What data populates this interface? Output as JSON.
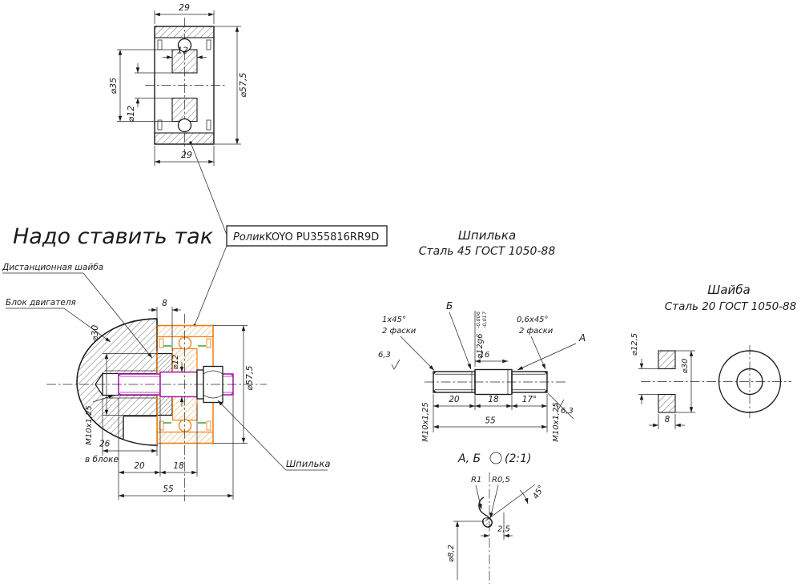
{
  "colors": {
    "line": "#1c1c1c",
    "roller_highlight": "#ee7f11",
    "stud_highlight": "#a510a5",
    "clip_highlight": "#2aa02a",
    "background": "#ffffff"
  },
  "note": {
    "title": "Надо ставить так"
  },
  "callouts": {
    "spacer": "Дистанционная шайба",
    "engine_block": "Блок двигателя",
    "roller_word": "Ролик",
    "roller_model": "KOYO PU355816RR9D",
    "stud": "Шпилька"
  },
  "roller_view": {
    "width_top": "29",
    "inner_width": "12",
    "d35": "⌀35",
    "d12": "⌀12",
    "d575": "⌀57,5",
    "width_bottom": "29"
  },
  "assembly": {
    "spacer_width": "8",
    "d30": "⌀30",
    "d12": "⌀12",
    "d575": "⌀57,5",
    "thread": "М10х1,25",
    "depth": "26",
    "depth_note": "в блоке",
    "len20": "20",
    "len18": "18",
    "len55": "55"
  },
  "stud": {
    "title": "Шпилька",
    "material": "Сталь 45 ГОСТ 1050-88",
    "chamfer_left": "1х45°",
    "chamfer_left_note": "2 фаски",
    "view_b": "Б",
    "dia": "⌀12g6",
    "tol_upper": "-0,006",
    "tol_lower": "-0,017",
    "rough_left": "6,3",
    "len16": "16",
    "chamfer_right": "0,6х45°",
    "chamfer_right_note": "2 фаски",
    "view_a": "А",
    "len20": "20",
    "len18": "18",
    "len17": "17°",
    "thread_left": "М10х1,25",
    "thread_right": "М10х1,25",
    "len55": "55",
    "rough_right": "6,3"
  },
  "washer": {
    "title": "Шайба",
    "material": "Сталь 20 ГОСТ 1050-88",
    "d125": "⌀12,5",
    "d30": "⌀30",
    "thickness": "8"
  },
  "detail": {
    "title": "А, Б",
    "scale": "(2:1)",
    "r1": "R1",
    "r05": "R0,5",
    "angle": "45°",
    "len25": "2,5",
    "d82": "⌀8,2"
  }
}
